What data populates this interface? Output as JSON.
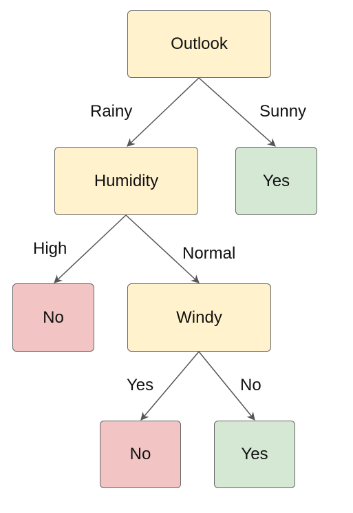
{
  "colors": {
    "decision": "#fff2cc",
    "yes": "#d5e8d4",
    "no": "#f2c4c4",
    "stroke": "#555555"
  },
  "nodes": {
    "outlook": {
      "label": "Outlook",
      "kind": "decision"
    },
    "humidity": {
      "label": "Humidity",
      "kind": "decision"
    },
    "sunny_leaf": {
      "label": "Yes",
      "kind": "yes"
    },
    "high_leaf": {
      "label": "No",
      "kind": "no"
    },
    "windy": {
      "label": "Windy",
      "kind": "decision"
    },
    "windy_yes_leaf": {
      "label": "No",
      "kind": "no"
    },
    "windy_no_leaf": {
      "label": "Yes",
      "kind": "yes"
    }
  },
  "edges": [
    {
      "from": "outlook",
      "to": "humidity",
      "label": "Rainy"
    },
    {
      "from": "outlook",
      "to": "sunny_leaf",
      "label": "Sunny"
    },
    {
      "from": "humidity",
      "to": "high_leaf",
      "label": "High"
    },
    {
      "from": "humidity",
      "to": "windy",
      "label": "Normal"
    },
    {
      "from": "windy",
      "to": "windy_yes_leaf",
      "label": "Yes"
    },
    {
      "from": "windy",
      "to": "windy_no_leaf",
      "label": "No"
    }
  ]
}
